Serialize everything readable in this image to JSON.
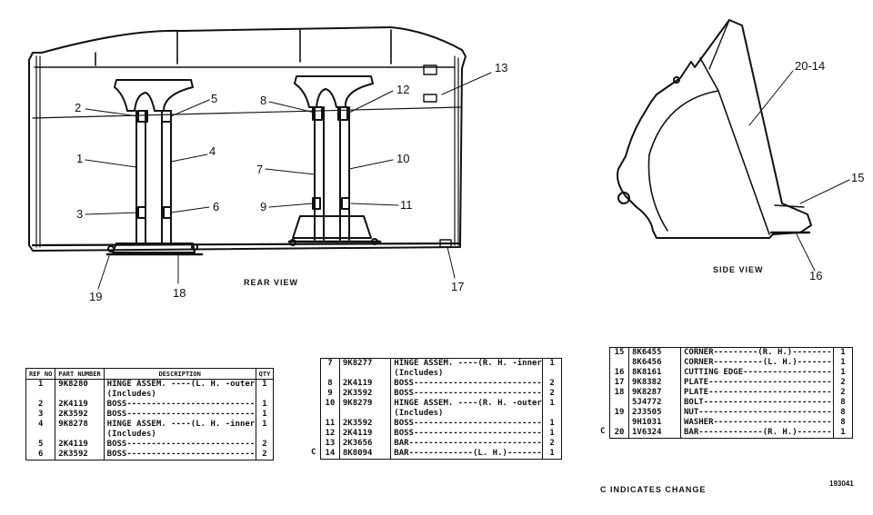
{
  "drawing": {
    "rear_view_caption": "REAR VIEW",
    "side_view_caption": "SIDE VIEW",
    "callouts": [
      "1",
      "2",
      "3",
      "4",
      "5",
      "6",
      "7",
      "8",
      "9",
      "10",
      "11",
      "12",
      "13",
      "17",
      "18",
      "19",
      "20-14",
      "15",
      "16"
    ]
  },
  "table1": {
    "headers": {
      "ref": "REF NO",
      "part": "PART NUMBER",
      "desc": "DESCRIPTION",
      "qty": "QTY"
    },
    "rows": [
      {
        "chg": "",
        "ref": "1",
        "part": "9K8280",
        "desc": "HINGE ASSEM. ----(L. H. -outer)----",
        "qty": "1"
      },
      {
        "chg": "",
        "ref": "",
        "part": "",
        "desc": "(Includes)",
        "qty": ""
      },
      {
        "chg": "",
        "ref": "2",
        "part": "2K4119",
        "desc": "BOSS----------------------------",
        "qty": "1"
      },
      {
        "chg": "",
        "ref": "3",
        "part": "2K3592",
        "desc": "BOSS----------------------------",
        "qty": "1"
      },
      {
        "chg": "",
        "ref": "4",
        "part": "9K8278",
        "desc": "HINGE ASSEM. ----(L. H. -inner)----",
        "qty": "1"
      },
      {
        "chg": "",
        "ref": "",
        "part": "",
        "desc": "(Includes)",
        "qty": ""
      },
      {
        "chg": "",
        "ref": "5",
        "part": "2K4119",
        "desc": "BOSS----------------------------",
        "qty": "2"
      },
      {
        "chg": "",
        "ref": "6",
        "part": "2K3592",
        "desc": "BOSS----------------------------",
        "qty": "2"
      }
    ]
  },
  "table2": {
    "rows": [
      {
        "chg": "",
        "ref": "7",
        "part": "9K8277",
        "desc": "HINGE ASSEM. ----(R. H. -inner)----",
        "qty": "1"
      },
      {
        "chg": "",
        "ref": "",
        "part": "",
        "desc": "(Includes)",
        "qty": ""
      },
      {
        "chg": "",
        "ref": "8",
        "part": "2K4119",
        "desc": "BOSS----------------------------",
        "qty": "2"
      },
      {
        "chg": "",
        "ref": "9",
        "part": "2K3592",
        "desc": "BOSS----------------------------",
        "qty": "2"
      },
      {
        "chg": "",
        "ref": "10",
        "part": "9K8279",
        "desc": "HINGE ASSEM. ----(R. H. -outer)----",
        "qty": "1"
      },
      {
        "chg": "",
        "ref": "",
        "part": "",
        "desc": "(Includes)",
        "qty": ""
      },
      {
        "chg": "",
        "ref": "11",
        "part": "2K3592",
        "desc": "BOSS----------------------------",
        "qty": "1"
      },
      {
        "chg": "",
        "ref": "12",
        "part": "2K4119",
        "desc": "BOSS----------------------------",
        "qty": "1"
      },
      {
        "chg": "",
        "ref": "13",
        "part": "2K3656",
        "desc": "BAR-----------------------------",
        "qty": "2"
      },
      {
        "chg": "C",
        "ref": "14",
        "part": "8K8094",
        "desc": "BAR-------------(L. H.)----------",
        "qty": "1"
      }
    ]
  },
  "table3": {
    "rows": [
      {
        "chg": "",
        "ref": "15",
        "part": "8K6455",
        "desc": "CORNER---------(R. H.)-----------",
        "qty": "1"
      },
      {
        "chg": "",
        "ref": "",
        "part": "8K6456",
        "desc": "CORNER----------(L. H.)----------",
        "qty": "1"
      },
      {
        "chg": "",
        "ref": "16",
        "part": "8K8161",
        "desc": "CUTTING EDGE--------------------",
        "qty": "1"
      },
      {
        "chg": "",
        "ref": "17",
        "part": "9K8382",
        "desc": "PLATE---------------------------",
        "qty": "2"
      },
      {
        "chg": "",
        "ref": "18",
        "part": "9K8287",
        "desc": "PLATE---------------------------",
        "qty": "2"
      },
      {
        "chg": "",
        "ref": "",
        "part": "5J4772",
        "desc": "BOLT----------------------------",
        "qty": "8"
      },
      {
        "chg": "",
        "ref": "19",
        "part": "2J3505",
        "desc": "NUT-----------------------------",
        "qty": "8"
      },
      {
        "chg": "",
        "ref": "",
        "part": "9H1031",
        "desc": "WASHER--------------------------",
        "qty": "8"
      },
      {
        "chg": "C",
        "ref": "20",
        "part": "1V6324",
        "desc": "BAR-------------(R. H.)----------",
        "qty": "1"
      }
    ],
    "note": "C INDICATES CHANGE",
    "drawing_id": "193041"
  }
}
